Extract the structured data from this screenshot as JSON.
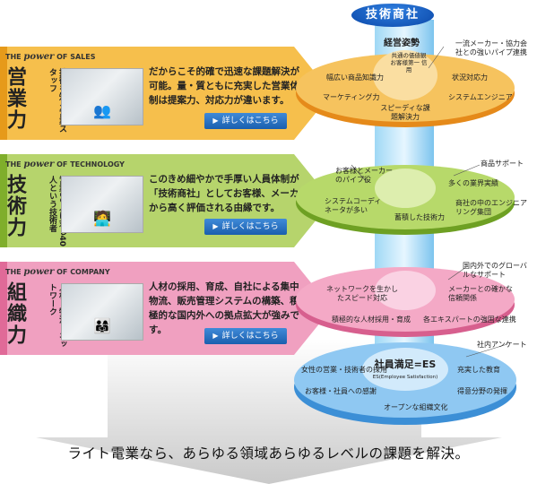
{
  "header": {
    "title": "技術商社"
  },
  "sections": [
    {
      "tagline_prefix": "THE",
      "tagline_power": "power",
      "tagline_of": "OF",
      "tagline_name": "SALES",
      "title": "営業力",
      "subtitle": "技術を知る営業スタッフ",
      "description": "だからこそ的確で迅速な課題解決が可能。量・質ともに充実した営業体制は提案力、対応力が違います。",
      "button": "詳しくはこちら",
      "color": "#f6bf4c"
    },
    {
      "tagline_prefix": "THE",
      "tagline_power": "power",
      "tagline_of": "OF",
      "tagline_name": "TECHNOLOGY",
      "title": "技術力",
      "subtitle": "営業80人に対し40人という技術者",
      "description": "このきめ細やかで手厚い人員体制が「技術商社」としてお客様、メーカーから高く評価される由縁です。",
      "button": "詳しくはこちら",
      "color": "#b6d46c"
    },
    {
      "tagline_prefix": "THE",
      "tagline_power": "power",
      "tagline_of": "OF",
      "tagline_name": "COMPANY",
      "title": "組織力",
      "subtitle": "人材、物流、ネットワーク",
      "description": "人材の採用、育成、自社による集中物流、販売管理システムの構築、積極的な国内外への拠点拡大が強みです。",
      "button": "詳しくはこちら",
      "color": "#f0a0c0"
    }
  ],
  "disk_sales": {
    "center": "経営姿勢",
    "center_sub": "共通の価値観 お客様第一 信用",
    "items": [
      "幅広い商品知識力",
      "マーケティング力",
      "スピーディな課題解決力",
      "システムエンジニア",
      "状況対応力",
      "一流メーカー・協力会社との強いパイプ連携"
    ]
  },
  "disk_tech": {
    "items": [
      "お客様とメーカーのパイプ役",
      "システムコーディネータが多い",
      "蓄積した技術力",
      "商社の中のエンジニアリング集団",
      "多くの業界実績",
      "商品サポート"
    ]
  },
  "disk_company": {
    "items": [
      "ネットワークを生かしたスピード対応",
      "積極的な人材採用・育成",
      "各エキスパートの強固な連携",
      "メーカーとの確かな信頼関係",
      "国内外でのグローバルなサポート"
    ]
  },
  "disk_es": {
    "center": "社員満足=ES",
    "center_sub": "ES(Employee Satisfaction)",
    "items": [
      "女性の営業・技術者の採用",
      "お客様・社員への感謝",
      "オープンな組織文化",
      "得意分野の発揮",
      "充実した教育",
      "社内アンケート"
    ]
  },
  "slogan": "ライト電業なら、あらゆる領域あらゆるレベルの課題を解決。"
}
